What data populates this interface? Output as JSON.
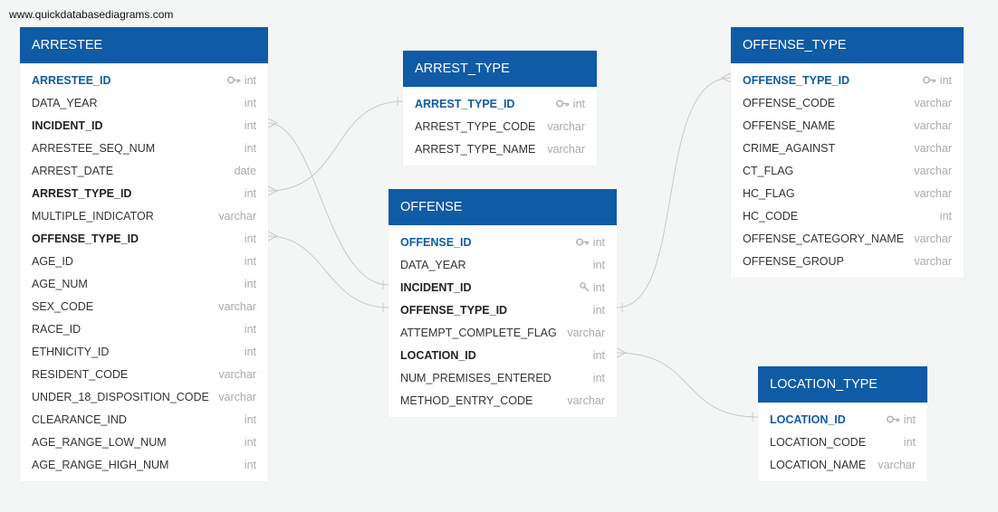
{
  "watermark": "www.quickdatabasediagrams.com",
  "colors": {
    "header": "#0f5ba6",
    "primary_key": "#0f5ba6",
    "link": "#c9c9c9"
  },
  "tables": {
    "arrestee": {
      "title": "ARRESTEE",
      "fields": [
        {
          "name": "ARRESTEE_ID",
          "type": "int",
          "style": "pk",
          "icon": "key-icon"
        },
        {
          "name": "DATA_YEAR",
          "type": "int",
          "style": "normal",
          "icon": ""
        },
        {
          "name": "INCIDENT_ID",
          "type": "int",
          "style": "bold",
          "icon": ""
        },
        {
          "name": "ARRESTEE_SEQ_NUM",
          "type": "int",
          "style": "normal",
          "icon": ""
        },
        {
          "name": "ARREST_DATE",
          "type": "date",
          "style": "normal",
          "icon": ""
        },
        {
          "name": "ARREST_TYPE_ID",
          "type": "int",
          "style": "bold",
          "icon": ""
        },
        {
          "name": "MULTIPLE_INDICATOR",
          "type": "varchar",
          "style": "normal",
          "icon": ""
        },
        {
          "name": "OFFENSE_TYPE_ID",
          "type": "int",
          "style": "bold",
          "icon": ""
        },
        {
          "name": "AGE_ID",
          "type": "int",
          "style": "normal",
          "icon": ""
        },
        {
          "name": "AGE_NUM",
          "type": "int",
          "style": "normal",
          "icon": ""
        },
        {
          "name": "SEX_CODE",
          "type": "varchar",
          "style": "normal",
          "icon": ""
        },
        {
          "name": "RACE_ID",
          "type": "int",
          "style": "normal",
          "icon": ""
        },
        {
          "name": "ETHNICITY_ID",
          "type": "int",
          "style": "normal",
          "icon": ""
        },
        {
          "name": "RESIDENT_CODE",
          "type": "varchar",
          "style": "normal",
          "icon": ""
        },
        {
          "name": "UNDER_18_DISPOSITION_CODE",
          "type": "varchar",
          "style": "normal",
          "icon": ""
        },
        {
          "name": "CLEARANCE_IND",
          "type": "int",
          "style": "normal",
          "icon": ""
        },
        {
          "name": "AGE_RANGE_LOW_NUM",
          "type": "int",
          "style": "normal",
          "icon": ""
        },
        {
          "name": "AGE_RANGE_HIGH_NUM",
          "type": "int",
          "style": "normal",
          "icon": ""
        }
      ]
    },
    "arrest_type": {
      "title": "ARREST_TYPE",
      "fields": [
        {
          "name": "ARREST_TYPE_ID",
          "type": "int",
          "style": "pk",
          "icon": "key-icon"
        },
        {
          "name": "ARREST_TYPE_CODE",
          "type": "varchar",
          "style": "normal",
          "icon": ""
        },
        {
          "name": "ARREST_TYPE_NAME",
          "type": "varchar",
          "style": "normal",
          "icon": ""
        }
      ]
    },
    "offense": {
      "title": "OFFENSE",
      "fields": [
        {
          "name": "OFFENSE_ID",
          "type": "int",
          "style": "pk",
          "icon": "key-icon"
        },
        {
          "name": "DATA_YEAR",
          "type": "int",
          "style": "normal",
          "icon": ""
        },
        {
          "name": "INCIDENT_ID",
          "type": "int",
          "style": "bold",
          "icon": "wrench-icon"
        },
        {
          "name": "OFFENSE_TYPE_ID",
          "type": "int",
          "style": "bold",
          "icon": ""
        },
        {
          "name": "ATTEMPT_COMPLETE_FLAG",
          "type": "varchar",
          "style": "normal",
          "icon": ""
        },
        {
          "name": "LOCATION_ID",
          "type": "int",
          "style": "bold",
          "icon": ""
        },
        {
          "name": "NUM_PREMISES_ENTERED",
          "type": "int",
          "style": "normal",
          "icon": ""
        },
        {
          "name": "METHOD_ENTRY_CODE",
          "type": "varchar",
          "style": "normal",
          "icon": ""
        }
      ]
    },
    "offense_type": {
      "title": "OFFENSE_TYPE",
      "fields": [
        {
          "name": "OFFENSE_TYPE_ID",
          "type": "int",
          "style": "pk",
          "icon": "key-icon"
        },
        {
          "name": "OFFENSE_CODE",
          "type": "varchar",
          "style": "normal",
          "icon": ""
        },
        {
          "name": "OFFENSE_NAME",
          "type": "varchar",
          "style": "normal",
          "icon": ""
        },
        {
          "name": "CRIME_AGAINST",
          "type": "varchar",
          "style": "normal",
          "icon": ""
        },
        {
          "name": "CT_FLAG",
          "type": "varchar",
          "style": "normal",
          "icon": ""
        },
        {
          "name": "HC_FLAG",
          "type": "varchar",
          "style": "normal",
          "icon": ""
        },
        {
          "name": "HC_CODE",
          "type": "int",
          "style": "normal",
          "icon": ""
        },
        {
          "name": "OFFENSE_CATEGORY_NAME",
          "type": "varchar",
          "style": "normal",
          "icon": ""
        },
        {
          "name": "OFFENSE_GROUP",
          "type": "varchar",
          "style": "normal",
          "icon": ""
        }
      ]
    },
    "location_type": {
      "title": "LOCATION_TYPE",
      "fields": [
        {
          "name": "LOCATION_ID",
          "type": "int",
          "style": "pk",
          "icon": "key-icon"
        },
        {
          "name": "LOCATION_CODE",
          "type": "int",
          "style": "normal",
          "icon": ""
        },
        {
          "name": "LOCATION_NAME",
          "type": "varchar",
          "style": "normal",
          "icon": ""
        }
      ]
    }
  },
  "relationships": [
    {
      "from_table": "arrestee",
      "from_field": "INCIDENT_ID",
      "to_table": "offense",
      "to_field": "INCIDENT_ID"
    },
    {
      "from_table": "arrestee",
      "from_field": "ARREST_TYPE_ID",
      "to_table": "arrest_type",
      "to_field": "ARREST_TYPE_ID"
    },
    {
      "from_table": "arrestee",
      "from_field": "OFFENSE_TYPE_ID",
      "to_table": "offense",
      "to_field": "OFFENSE_TYPE_ID"
    },
    {
      "from_table": "offense",
      "from_field": "OFFENSE_TYPE_ID",
      "to_table": "offense_type",
      "to_field": "OFFENSE_TYPE_ID"
    },
    {
      "from_table": "offense",
      "from_field": "LOCATION_ID",
      "to_table": "location_type",
      "to_field": "LOCATION_ID"
    }
  ]
}
